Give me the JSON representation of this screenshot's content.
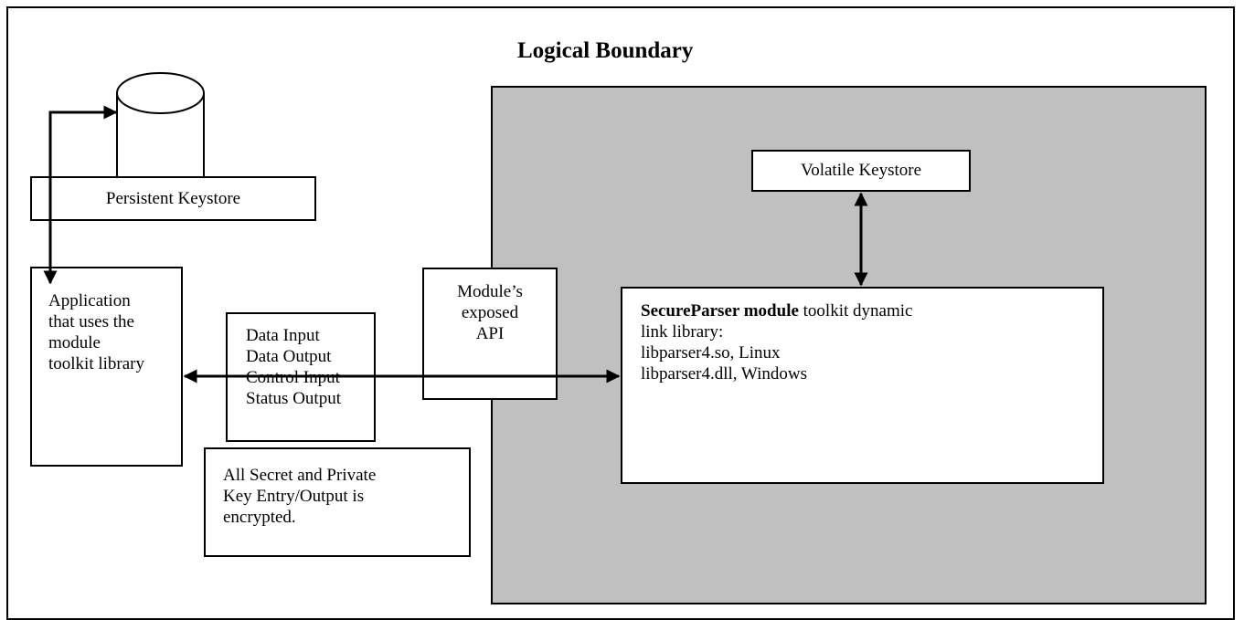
{
  "title": "Logical Boundary",
  "persistent_keystore": "Persistent Keystore",
  "volatile_keystore": "Volatile Keystore",
  "application": {
    "lines": [
      "Application",
      "that uses the",
      "module",
      "toolkit library"
    ]
  },
  "interfaces": {
    "lines": [
      "Data Input",
      "Data Output",
      "Control Input",
      "Status Output"
    ]
  },
  "api": {
    "lines": [
      "Module’s",
      "exposed",
      "API"
    ]
  },
  "encryption_note": {
    "lines": [
      "All Secret and Private",
      "Key Entry/Output is",
      "encrypted."
    ]
  },
  "module": {
    "name_bold": "SecureParser module",
    "name_rest": " toolkit dynamic",
    "lines": [
      "link library:",
      "libparser4.so, Linux",
      "libparser4.dll, Windows"
    ]
  }
}
